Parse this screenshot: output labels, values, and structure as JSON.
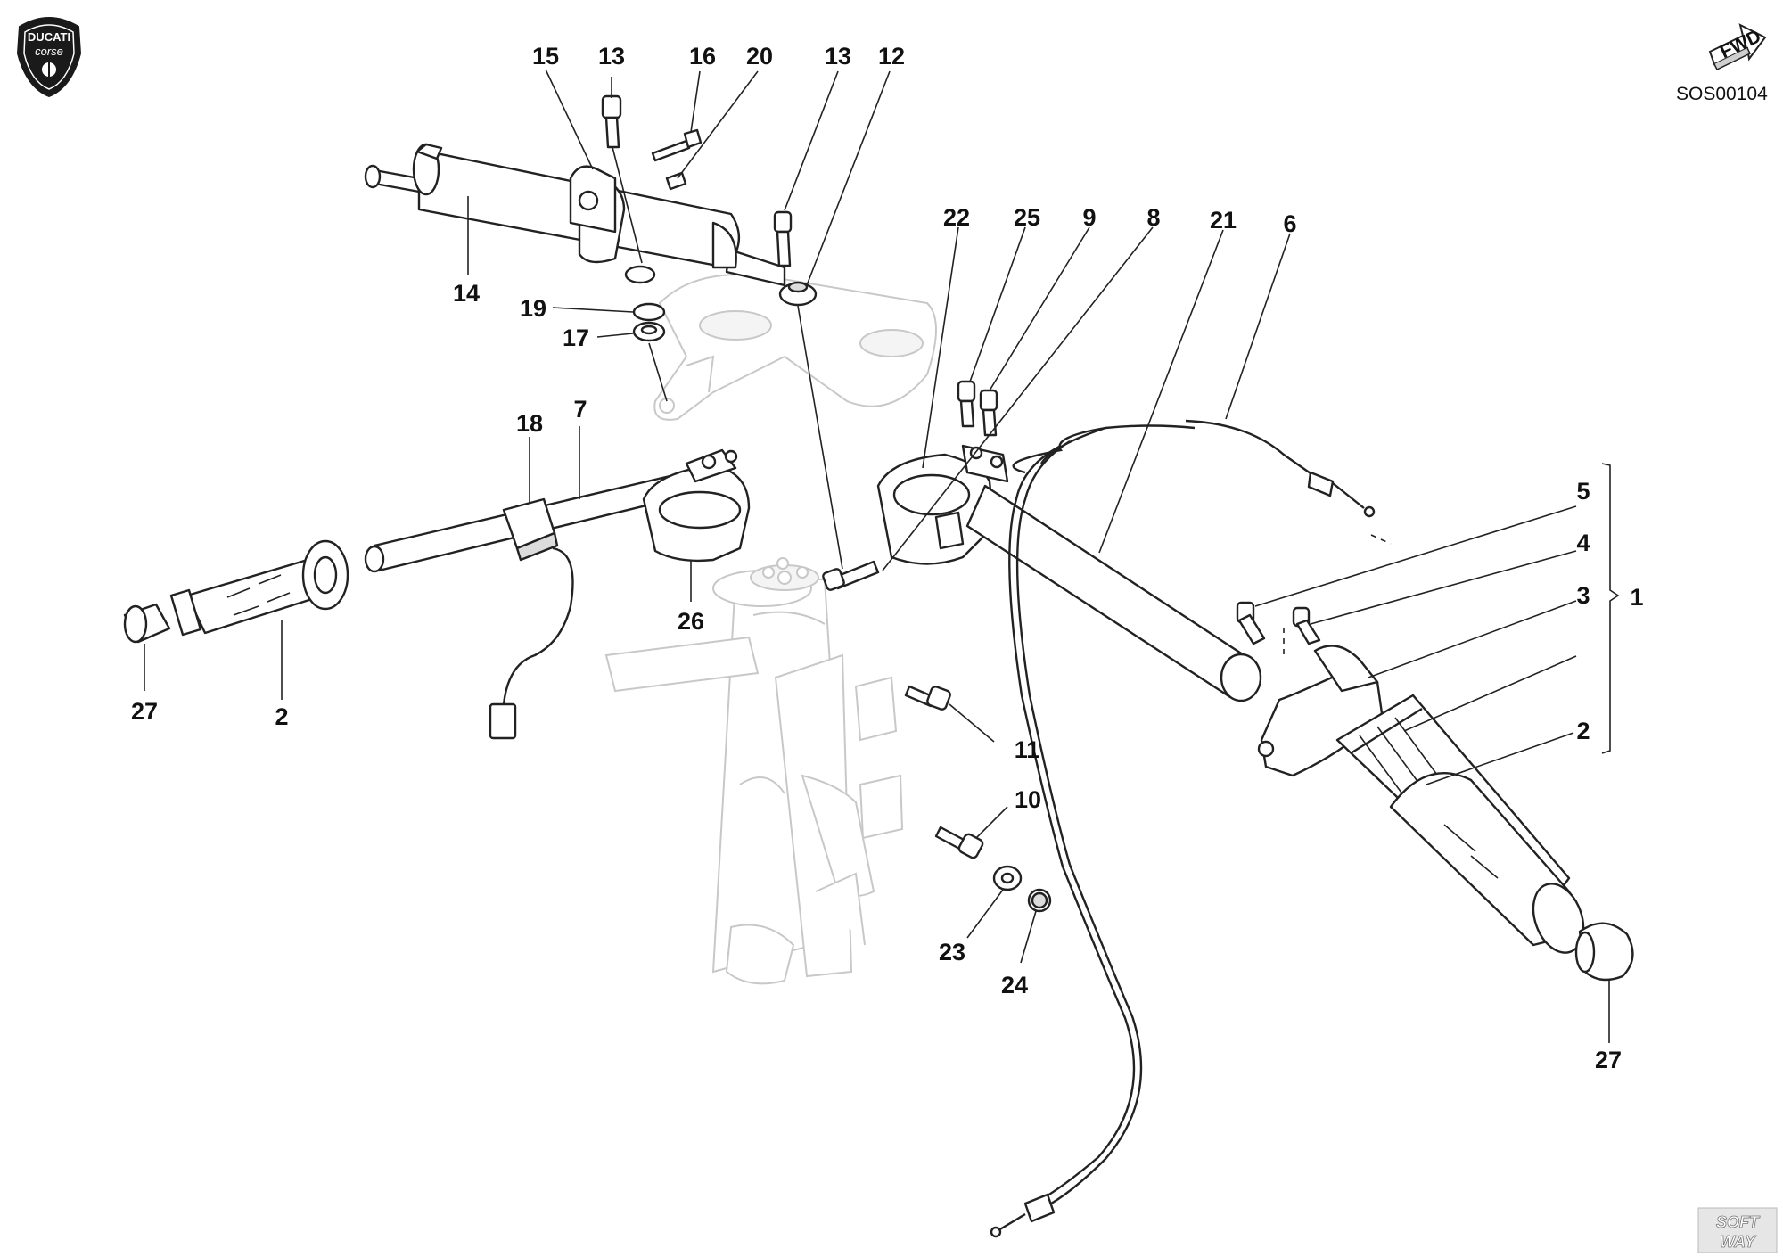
{
  "diagram": {
    "drawing_code": "SOS00104",
    "forward_label": "FWD",
    "brand_logo": {
      "line1": "DUCATI",
      "line2": "corse"
    },
    "watermark": {
      "line1": "SOFT",
      "line2": "WAY"
    },
    "callouts": [
      {
        "id": "c15",
        "text": "15"
      },
      {
        "id": "c13a",
        "text": "13"
      },
      {
        "id": "c16",
        "text": "16"
      },
      {
        "id": "c20",
        "text": "20"
      },
      {
        "id": "c13b",
        "text": "13"
      },
      {
        "id": "c12",
        "text": "12"
      },
      {
        "id": "c14",
        "text": "14"
      },
      {
        "id": "c19",
        "text": "19"
      },
      {
        "id": "c17",
        "text": "17"
      },
      {
        "id": "c22",
        "text": "22"
      },
      {
        "id": "c25",
        "text": "25"
      },
      {
        "id": "c9",
        "text": "9"
      },
      {
        "id": "c8",
        "text": "8"
      },
      {
        "id": "c21",
        "text": "21"
      },
      {
        "id": "c6",
        "text": "6"
      },
      {
        "id": "c18",
        "text": "18"
      },
      {
        "id": "c7",
        "text": "7"
      },
      {
        "id": "c26",
        "text": "26"
      },
      {
        "id": "c27a",
        "text": "27"
      },
      {
        "id": "c2a",
        "text": "2"
      },
      {
        "id": "c11",
        "text": "11"
      },
      {
        "id": "c10",
        "text": "10"
      },
      {
        "id": "c23",
        "text": "23"
      },
      {
        "id": "c24",
        "text": "24"
      },
      {
        "id": "c5",
        "text": "5"
      },
      {
        "id": "c4",
        "text": "4"
      },
      {
        "id": "c3",
        "text": "3"
      },
      {
        "id": "c1",
        "text": "1"
      },
      {
        "id": "c2b",
        "text": "2"
      },
      {
        "id": "c27b",
        "text": "27"
      }
    ]
  }
}
